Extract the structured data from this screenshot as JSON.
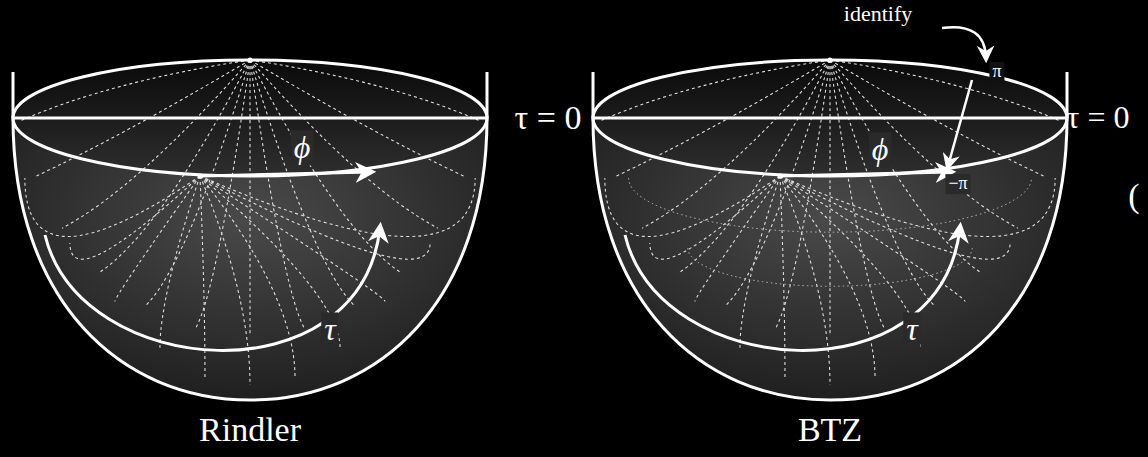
{
  "diagram": {
    "labels": [
      "τ = 0",
      "ϕ",
      "τ",
      "Rindler",
      "identify",
      "π",
      "ϕ",
      "−π",
      "τ = 0",
      "τ",
      "BTZ",
      "("
    ]
  }
}
